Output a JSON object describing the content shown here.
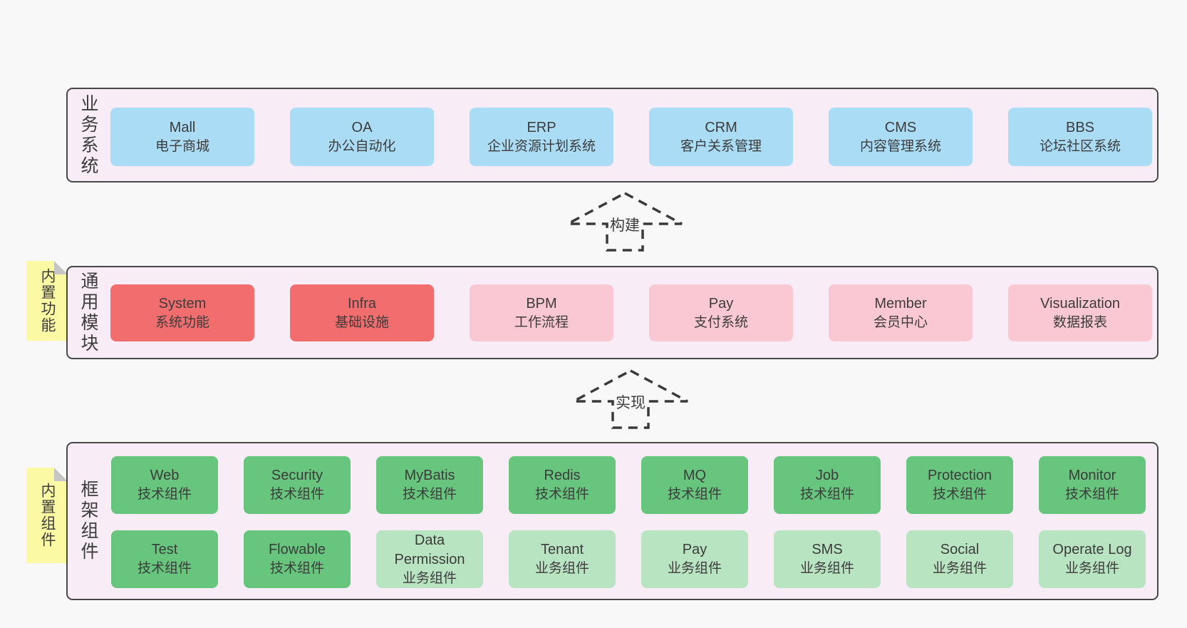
{
  "colors": {
    "page_bg": "#f8f8f8",
    "section_bg": "#f8edf6",
    "section_border": "#474747",
    "sticky_bg": "#fbf9a4",
    "sticky_fold": "#c6c6c6",
    "arrow_stroke": "#3a3a3a",
    "text": "#3c3c3c",
    "blue": "#aadcf5",
    "red": "#f26e6e",
    "pink": "#fac8d2",
    "green": "#67c57d",
    "lightgreen": "#b9e4c2"
  },
  "sections": {
    "business": {
      "label": "业务系统",
      "boxes": [
        {
          "title": "Mall",
          "subtitle": "电子商城",
          "variant": "blue"
        },
        {
          "title": "OA",
          "subtitle": "办公自动化",
          "variant": "blue"
        },
        {
          "title": "ERP",
          "subtitle": "企业资源计划系统",
          "variant": "blue"
        },
        {
          "title": "CRM",
          "subtitle": "客户关系管理",
          "variant": "blue"
        },
        {
          "title": "CMS",
          "subtitle": "内容管理系统",
          "variant": "blue"
        },
        {
          "title": "BBS",
          "subtitle": "论坛社区系统",
          "variant": "blue"
        }
      ]
    },
    "modules": {
      "label": "通用模块",
      "sticky": "内置功能",
      "boxes": [
        {
          "title": "System",
          "subtitle": "系统功能",
          "variant": "red"
        },
        {
          "title": "Infra",
          "subtitle": "基础设施",
          "variant": "red"
        },
        {
          "title": "BPM",
          "subtitle": "工作流程",
          "variant": "pink"
        },
        {
          "title": "Pay",
          "subtitle": "支付系统",
          "variant": "pink"
        },
        {
          "title": "Member",
          "subtitle": "会员中心",
          "variant": "pink"
        },
        {
          "title": "Visualization",
          "subtitle": "数据报表",
          "variant": "pink"
        }
      ]
    },
    "components": {
      "label": "框架组件",
      "sticky": "内置组件",
      "rows": [
        [
          {
            "title": "Web",
            "subtitle": "技术组件",
            "variant": "green"
          },
          {
            "title": "Security",
            "subtitle": "技术组件",
            "variant": "green"
          },
          {
            "title": "MyBatis",
            "subtitle": "技术组件",
            "variant": "green"
          },
          {
            "title": "Redis",
            "subtitle": "技术组件",
            "variant": "green"
          },
          {
            "title": "MQ",
            "subtitle": "技术组件",
            "variant": "green"
          },
          {
            "title": "Job",
            "subtitle": "技术组件",
            "variant": "green"
          },
          {
            "title": "Protection",
            "subtitle": "技术组件",
            "variant": "green"
          },
          {
            "title": "Monitor",
            "subtitle": "技术组件",
            "variant": "green"
          }
        ],
        [
          {
            "title": "Test",
            "subtitle": "技术组件",
            "variant": "green"
          },
          {
            "title": "Flowable",
            "subtitle": "技术组件",
            "variant": "green"
          },
          {
            "title": "Data Permission",
            "subtitle": "业务组件",
            "variant": "lightgreen"
          },
          {
            "title": "Tenant",
            "subtitle": "业务组件",
            "variant": "lightgreen"
          },
          {
            "title": "Pay",
            "subtitle": "业务组件",
            "variant": "lightgreen"
          },
          {
            "title": "SMS",
            "subtitle": "业务组件",
            "variant": "lightgreen"
          },
          {
            "title": "Social",
            "subtitle": "业务组件",
            "variant": "lightgreen"
          },
          {
            "title": "Operate Log",
            "subtitle": "业务组件",
            "variant": "lightgreen"
          }
        ]
      ]
    }
  },
  "arrows": [
    {
      "label": "构建"
    },
    {
      "label": "实现"
    }
  ]
}
